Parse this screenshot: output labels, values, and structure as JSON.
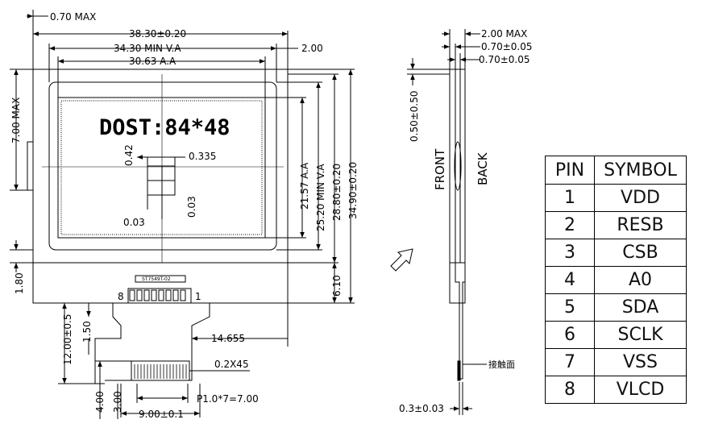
{
  "front_view": {
    "display_text": "DOST:84*48",
    "fpc_label": "ST7549T-02",
    "pin_first": "8",
    "pin_last": "1",
    "dims": {
      "thick_max": "0.70  MAX",
      "width_total": "38.30±0.20",
      "width_va": "34.30  MIN V.A",
      "width_aa": "30.63  A.A",
      "right_margin": "2.00",
      "left_height_max": "7.00  MAX",
      "dot_size": "0.42",
      "dot_pitch": "0.335",
      "dot_gap_h": "0.03",
      "dot_gap_v": "0.03",
      "height_aa": "21.57  A.A",
      "height_va": "25.20  MIN V.A",
      "height_inner": "28.80±0.20",
      "height_total": "34.90±0.20",
      "bottom_ledge": "1.80",
      "ledge_height": "6.10",
      "fpc_length": "12.00±0.5",
      "fpc_step": "1.50",
      "fpc_offset": "14.655",
      "chamfer": "0.2X45",
      "contact_len": "4.00",
      "contact_len2": "3.00",
      "pitch": "P1.0*7=7.00",
      "fpc_width": "9.00±0.1"
    }
  },
  "side_view": {
    "thick_total": "2.00  MAX",
    "thick_layer1": "0.70±0.05",
    "thick_layer2": "0.70±0.05",
    "offset": "0.50±0.50",
    "front_label": "FRONT",
    "back_label": "BACK",
    "contact_face": "接触面",
    "fpc_thickness": "0.3±0.03"
  },
  "pin_table": {
    "headers": [
      "PIN",
      "SYMBOL"
    ],
    "rows": [
      {
        "pin": "1",
        "symbol": "VDD"
      },
      {
        "pin": "2",
        "symbol": "RESB"
      },
      {
        "pin": "3",
        "symbol": "CSB"
      },
      {
        "pin": "4",
        "symbol": "A0"
      },
      {
        "pin": "5",
        "symbol": "SDA"
      },
      {
        "pin": "6",
        "symbol": "SCLK"
      },
      {
        "pin": "7",
        "symbol": "VSS"
      },
      {
        "pin": "8",
        "symbol": "VLCD"
      }
    ]
  },
  "icons": {
    "view_arrow": "view-direction-arrow-icon"
  }
}
